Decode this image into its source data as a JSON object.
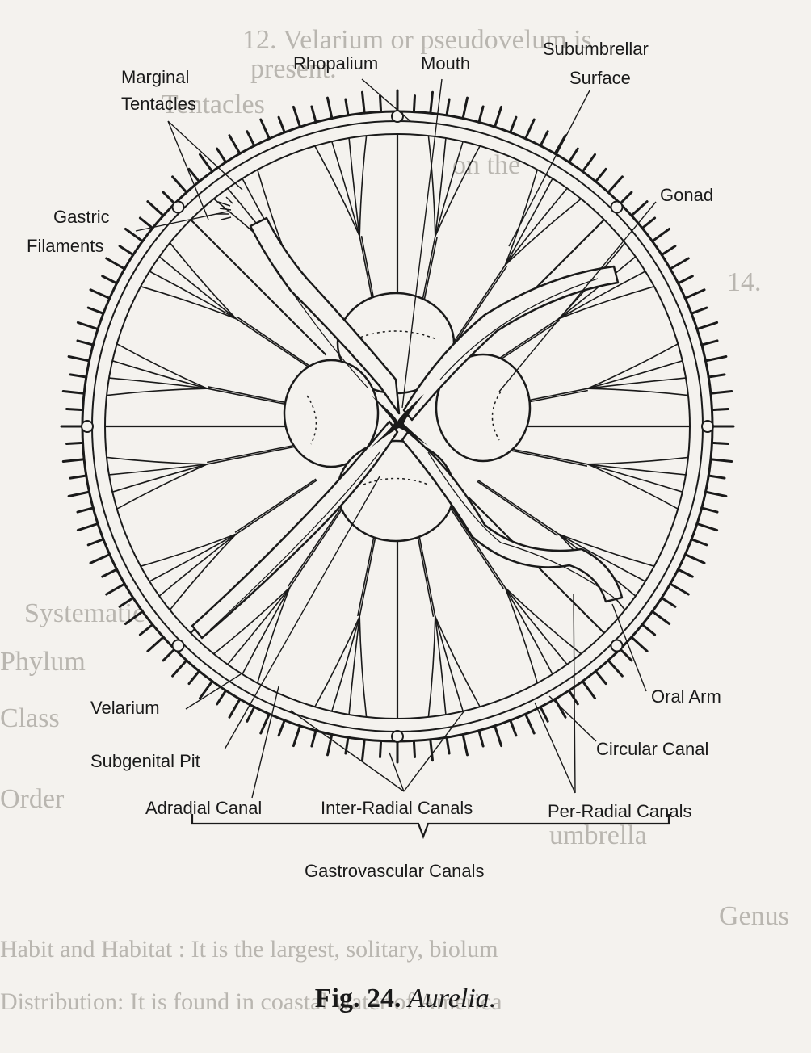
{
  "background_text": [
    "12. Velarium or pseudovelum is",
    "present.",
    "Tentacles",
    "on the",
    "14.",
    "Systematic",
    "Phylum",
    "Class",
    "Order",
    "umbrella",
    "Genus",
    "Habit and Habitat : It is the largest, solitary, biolum",
    "Distribution: It is found in coastal water of America"
  ],
  "labels": {
    "marginal_tentacles": [
      "Marginal",
      "Tentacles"
    ],
    "rhopalium": "Rhopalium",
    "mouth": "Mouth",
    "subumbrellar_surface": [
      "Subumbrellar",
      "Surface"
    ],
    "gonad": "Gonad",
    "gastric_filaments": [
      "Gastric",
      "Filaments"
    ],
    "velarium": "Velarium",
    "subgenital_pit": "Subgenital Pit",
    "adradial_canal": "Adradial Canal",
    "inter_radial_canals": "Inter-Radial Canals",
    "per_radial_canals": "Per-Radial Canals",
    "oral_arm": "Oral Arm",
    "circular_canal": "Circular Canal",
    "gastrovascular_canals": "Gastrovascular Canals"
  },
  "caption": {
    "fig_label": "Fig. 24.",
    "genus": "Aurelia."
  },
  "colors": {
    "ink": "#1a1a1a",
    "paper": "#f4f2ee",
    "bleed": "#b9b6b0"
  }
}
